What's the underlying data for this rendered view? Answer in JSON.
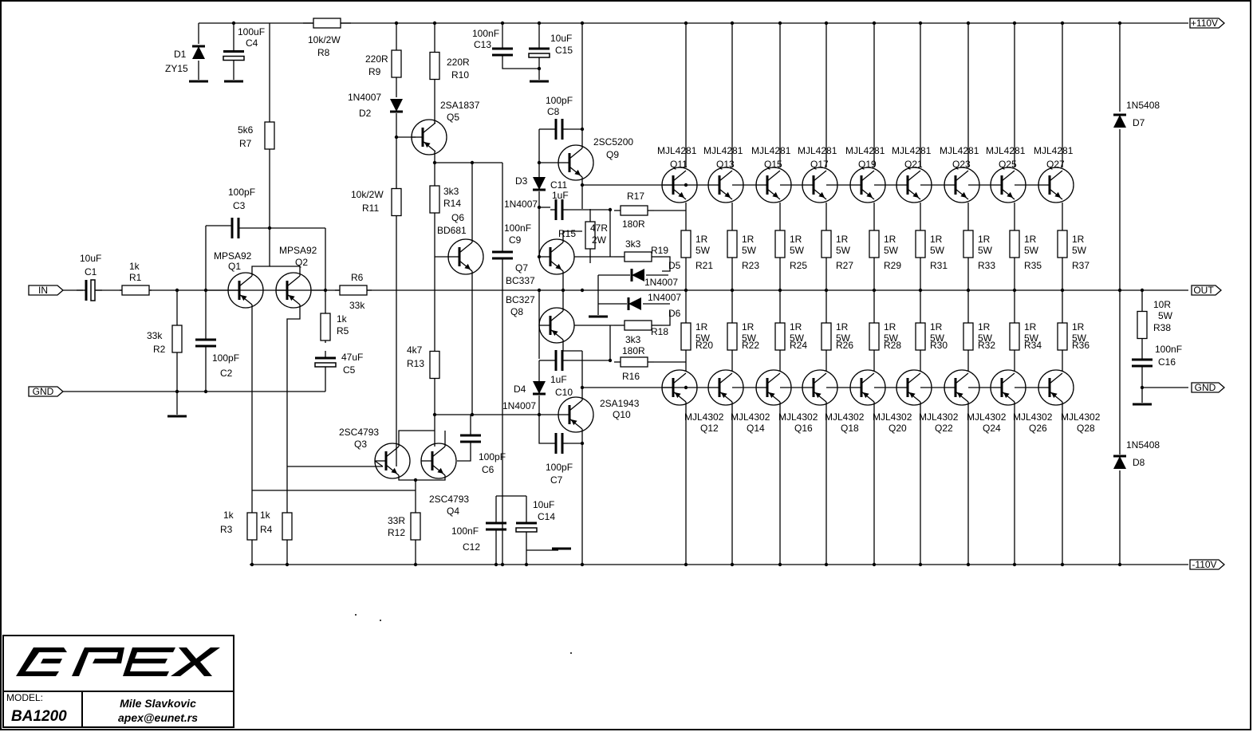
{
  "ports": {
    "in": "IN",
    "gnd_left": "GND",
    "out": "OUT",
    "gnd_right": "GND",
    "vplus": "+110V",
    "vminus": "-110V"
  },
  "parts": {
    "C1": [
      "10uF",
      "C1"
    ],
    "R1": [
      "1k",
      "R1"
    ],
    "R2": [
      "33k",
      "R2"
    ],
    "C2": [
      "100pF",
      "C2"
    ],
    "C3": [
      "100pF",
      "C3"
    ],
    "Q1": [
      "MPSA92",
      "Q1"
    ],
    "Q2": [
      "MPSA92",
      "Q2"
    ],
    "R5": [
      "1k",
      "R5"
    ],
    "C5": [
      "47uF",
      "C5"
    ],
    "R6": [
      "R6",
      "33k"
    ],
    "R3": [
      "1k",
      "R3"
    ],
    "R4": [
      "1k",
      "R4"
    ],
    "R7": [
      "5k6",
      "R7"
    ],
    "D1": [
      "D1",
      "ZY15"
    ],
    "C4": [
      "100uF",
      "C4"
    ],
    "R8": [
      "10k/2W",
      "R8"
    ],
    "R9": [
      "220R",
      "R9"
    ],
    "D2": [
      "1N4007",
      "D2"
    ],
    "R11": [
      "10k/2W",
      "R11"
    ],
    "R10": [
      "220R",
      "R10"
    ],
    "Q5": [
      "2SA1837",
      "Q5"
    ],
    "R14": [
      "3k3",
      "R14"
    ],
    "Q6": [
      "Q6",
      "BD681"
    ],
    "R13": [
      "4k7",
      "R13"
    ],
    "Q3": [
      "2SC4793",
      "Q3"
    ],
    "Q4": [
      "2SC4793",
      "Q4"
    ],
    "R12": [
      "33R",
      "R12"
    ],
    "C6": [
      "100pF",
      "C6"
    ],
    "C13": [
      "100nF",
      "C13"
    ],
    "C15": [
      "10uF",
      "C15"
    ],
    "C9": [
      "100nF",
      "C9"
    ],
    "C12": [
      "100nF",
      "C12"
    ],
    "C14": [
      "10uF",
      "C14"
    ],
    "C8": [
      "100pF",
      "C8"
    ],
    "Q9": [
      "2SC5200",
      "Q9"
    ],
    "D3": [
      "D3",
      "1N4007"
    ],
    "C11": [
      "C11",
      "1uF"
    ],
    "R17": [
      "R17",
      "180R"
    ],
    "R15": [
      "R15"
    ],
    "R15v": [
      "47R",
      "2W"
    ],
    "Q7": [
      "Q7",
      "BC337"
    ],
    "R19": [
      "3k3",
      "R19"
    ],
    "D5": [
      "D5",
      "1N4007"
    ],
    "D6": [
      "1N4007",
      "D6"
    ],
    "Q8": [
      "BC327",
      "Q8"
    ],
    "R18": [
      "3k3",
      "R18"
    ],
    "R16": [
      "180R",
      "R16"
    ],
    "C10": [
      "1uF",
      "C10"
    ],
    "D4": [
      "D4",
      "1N4007"
    ],
    "Q10": [
      "2SA1943",
      "Q10"
    ],
    "C7": [
      "100pF",
      "C7"
    ],
    "D7": [
      "1N5408",
      "D7"
    ],
    "D8": [
      "1N5408",
      "D8"
    ],
    "R38": [
      "10R",
      "5W",
      "R38"
    ],
    "C16": [
      "100nF",
      "C16"
    ],
    "res_value": [
      "1R",
      "5W"
    ]
  },
  "upper_devices": [
    {
      "part": "MJL4281",
      "q": "Q11",
      "r": "R21"
    },
    {
      "part": "MJL4281",
      "q": "Q13",
      "r": "R23"
    },
    {
      "part": "MJL4281",
      "q": "Q15",
      "r": "R25"
    },
    {
      "part": "MJL4281",
      "q": "Q17",
      "r": "R27"
    },
    {
      "part": "MJL4281",
      "q": "Q19",
      "r": "R29"
    },
    {
      "part": "MJL4281",
      "q": "Q21",
      "r": "R31"
    },
    {
      "part": "MJL4281",
      "q": "Q23",
      "r": "R33"
    },
    {
      "part": "MJL4281",
      "q": "Q25",
      "r": "R35"
    },
    {
      "part": "MJL4281",
      "q": "Q27",
      "r": "R37"
    }
  ],
  "lower_devices": [
    {
      "part": "MJL4302",
      "q": "Q12",
      "r": "R20"
    },
    {
      "part": "MJL4302",
      "q": "Q14",
      "r": "R22"
    },
    {
      "part": "MJL4302",
      "q": "Q16",
      "r": "R24"
    },
    {
      "part": "MJL4302",
      "q": "Q18",
      "r": "R26"
    },
    {
      "part": "MJL4302",
      "q": "Q20",
      "r": "R28"
    },
    {
      "part": "MJL4302",
      "q": "Q22",
      "r": "R30"
    },
    {
      "part": "MJL4302",
      "q": "Q24",
      "r": "R32"
    },
    {
      "part": "MJL4302",
      "q": "Q26",
      "r": "R34"
    },
    {
      "part": "MJL4302",
      "q": "Q28",
      "r": "R36"
    }
  ],
  "titleblock": {
    "logo": "APEX",
    "model_label": "MODEL:",
    "model": "BA1200",
    "author": "Mile Slavkovic",
    "email": "apex@eunet.rs"
  }
}
